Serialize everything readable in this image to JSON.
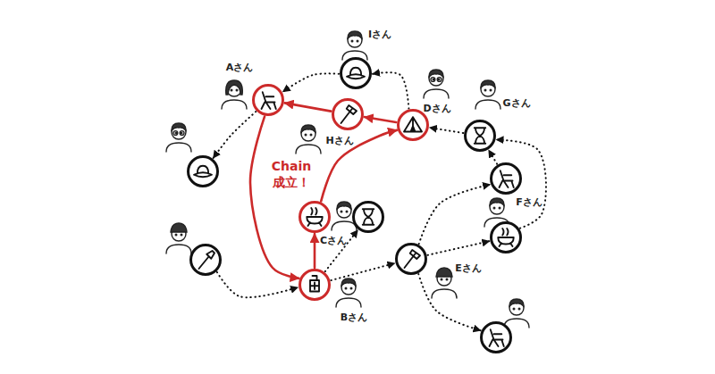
{
  "diagram": {
    "nodes": [
      {
        "text": [
          "Iさん"
        ]
      },
      {
        "text": [
          "Aさん"
        ]
      },
      {
        "text": [
          "Hさん"
        ]
      },
      {
        "text": [
          "Dさん"
        ]
      },
      {
        "text": [
          "Gさん"
        ]
      },
      {
        "text": []
      },
      {
        "text": [
          "Fさん"
        ]
      },
      {
        "text": [
          "Cさん"
        ]
      },
      {
        "text": []
      },
      {
        "text": []
      },
      {
        "text": []
      },
      {
        "text": [
          "Bさん"
        ]
      },
      {
        "text": [
          "Eさん"
        ]
      },
      {
        "text": []
      }
    ],
    "edges": [
      {
        "from": 3,
        "to": 0,
        "arrow": "to"
      },
      {
        "from": 0,
        "to": 1,
        "arrow": "to"
      },
      {
        "from": 1,
        "to": 5,
        "arrow": "to"
      },
      {
        "from": 2,
        "to": 1,
        "arrow": "to"
      },
      {
        "from": 3,
        "to": 2,
        "arrow": "to"
      },
      {
        "from": 1,
        "to": 11,
        "arrow": "to"
      },
      {
        "from": 11,
        "to": 7,
        "arrow": "to"
      },
      {
        "from": 7,
        "to": 3,
        "arrow": "to"
      },
      {
        "from": 4,
        "to": 3,
        "arrow": "to"
      },
      {
        "from": 6,
        "to": 4,
        "arrow": "to"
      },
      {
        "from": 9,
        "to": 4,
        "arrow": "to"
      },
      {
        "from": 12,
        "to": 6,
        "arrow": "to"
      },
      {
        "from": 12,
        "to": 9,
        "arrow": "to"
      },
      {
        "from": 12,
        "to": 13,
        "arrow": "to"
      },
      {
        "from": 11,
        "to": 12,
        "arrow": "to"
      },
      {
        "from": 11,
        "to": 8,
        "arrow": "to"
      },
      {
        "from": 10,
        "to": 11,
        "arrow": "to"
      }
    ],
    "labels": [
      "Chain 成立！"
    ]
  }
}
